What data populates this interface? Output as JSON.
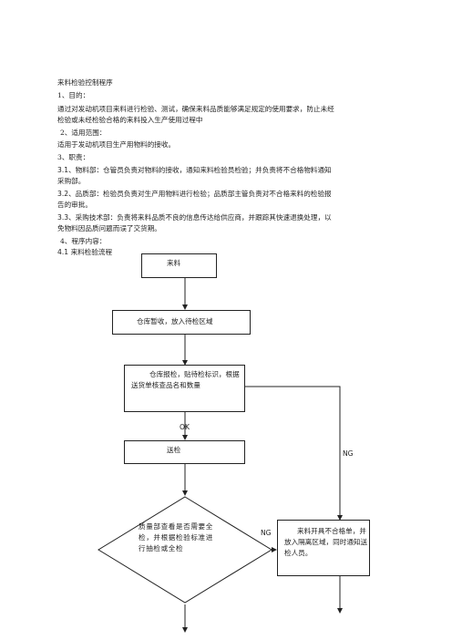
{
  "doc": {
    "title": "来料检验控制程序",
    "s1_head": "1、目的：",
    "s1_line1": "通过对发动机项目来料进行检验、测试，确保来料品质能够满足规定的使用要求，防止未经",
    "s1_line2": "检验或未经检验合格的来料投入生产使用过程中",
    "s2_head": "2、适用范围：",
    "s2_body": "适用于发动机项目生产用物料的接收。",
    "s3_head": "3、职责：",
    "s31_num": "3.1、",
    "s31_line1": "物料部：仓管员负责对物料的接收，通知来料检验员检验；并负责将不合格物料通知",
    "s31_line2": "采购部。",
    "s32_num": "3.2、",
    "s32_line1": "品质部：检验员负责对生产用物料进行检验；品质部主管负责对不合格来料的检验报",
    "s32_line2": "告的审批。",
    "s33_num": "3.3、",
    "s33_line1": "采购技术部：负责将来料品质不良的信息传达给供应商，并跟踪其快速退换处理，以",
    "s33_line2": "免物料因品质问题而误了交货期。",
    "s4_head": "4、程序内容：",
    "s41_head": "4.1 来料检验流程"
  },
  "flow": {
    "box1": "来料",
    "box2": "仓库暂收，放入待检区域",
    "box3": "仓库报检，贴待检标识，根据送货单核查品名和数量",
    "ok_label": "OK",
    "box4": "送检",
    "ng_label_right": "NG",
    "diamond": "质量部查看是否需要全检，并根据检验标准进行抽检或全检",
    "ng_label_mid": "NG",
    "box5": "来料开具不合格单，并放入隔离区域，同时通知送检人员。"
  }
}
